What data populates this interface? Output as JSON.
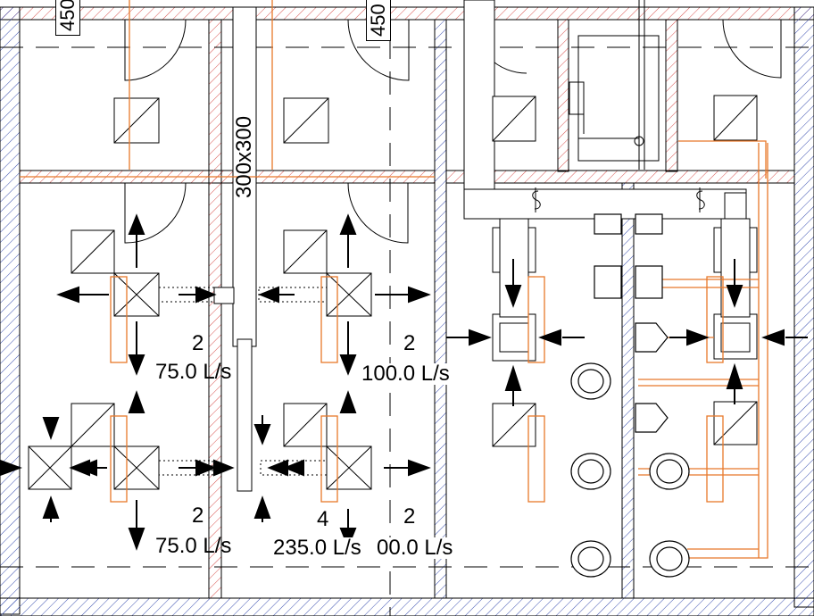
{
  "duct_size": "300x300",
  "side_tags": [
    "450",
    "450"
  ],
  "flow_labels": [
    {
      "count": "2",
      "flow": "75.0 L/s"
    },
    {
      "count": "2",
      "flow": "100.0 L/s"
    },
    {
      "count": "2",
      "flow": "75.0 L/s"
    },
    {
      "count": "4",
      "flow": "235.0 L/s"
    },
    {
      "count": "2",
      "flow": "00.0 L/s"
    }
  ],
  "colors": {
    "line": "#000000",
    "pipe": "#e8782a",
    "hatch_red": "#d9534f",
    "hatch_blue": "#3a4fb0",
    "dashed": "#000000"
  }
}
